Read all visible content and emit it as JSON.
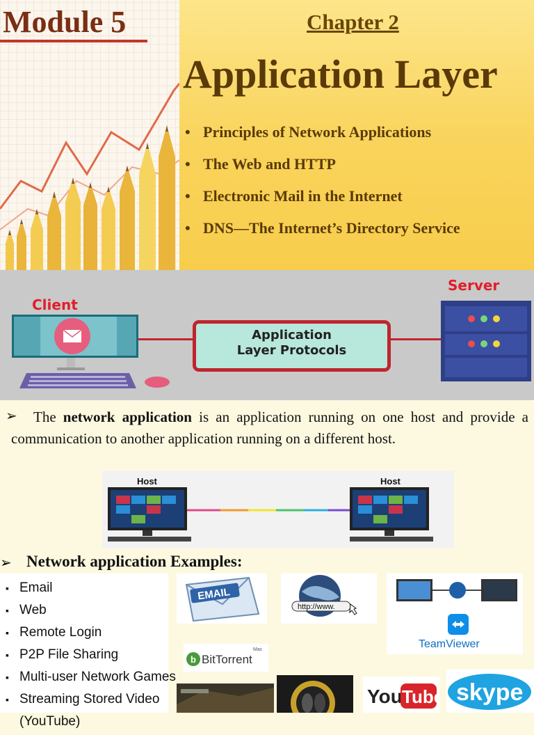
{
  "header": {
    "module": "Module 5",
    "chapter": "Chapter 2",
    "title": "Application Layer",
    "topics": [
      "Principles of Network Applications",
      "The Web and HTTP",
      "Electronic Mail in the Internet",
      "DNS—The Internet’s Directory Service"
    ]
  },
  "banner": {
    "client": "Client",
    "server": "Server",
    "protocol_line1": "Application",
    "protocol_line2": "Layer Protocols"
  },
  "description": {
    "prefix": "The ",
    "bold": "network application",
    "suffix": " is an application running on one host and provide a communication to another application running on a different host."
  },
  "hosts": {
    "left": "Host",
    "right": "Host"
  },
  "examples": {
    "heading": "Network  application Examples:",
    "items": [
      "Email",
      "Web",
      "Remote Login",
      "P2P File Sharing",
      "Multi-user Network Games",
      "Streaming Stored Video",
      "(YouTube)"
    ]
  },
  "logos": {
    "email": "EMAIL",
    "http": "http://www.",
    "teamviewer": "TeamViewer",
    "bittorrent": "BitTorrent",
    "bittorrent_small": "Mac",
    "youtube_you": "You",
    "youtube_tube": "Tube",
    "skype": "skype"
  },
  "colors": {
    "title_brown": "#5a3a08",
    "module_red": "#7a2e14",
    "protocol_red": "#c0252e"
  }
}
